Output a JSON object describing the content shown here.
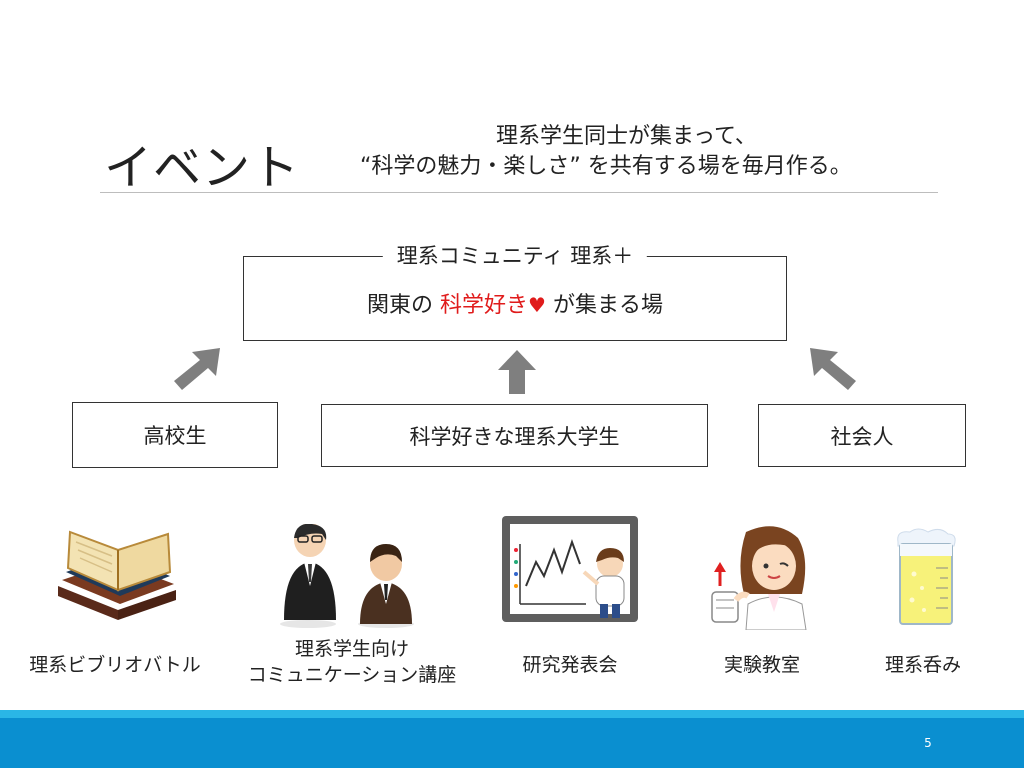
{
  "slide": {
    "title": "イベント",
    "subtitle_line1": "理系学生同士が集まって、",
    "subtitle_line2": "“科学の魅力・楽しさ” を共有する場を毎月作る。",
    "page_number": "5"
  },
  "community_box": {
    "label": "理系コミュニティ 理系＋",
    "body_prefix": "関東の ",
    "body_highlight": "科学好き",
    "heart": "♥",
    "body_suffix": " が集まる場"
  },
  "audience": {
    "high_school": "高校生",
    "university": "科学好きな理系大学生",
    "adults": "社会人"
  },
  "events": [
    {
      "label": "理系ビブリオバトル",
      "icon": "books-icon"
    },
    {
      "label_line1": "理系学生向け",
      "label_line2": "コミュニケーション講座",
      "icon": "businessmen-icon"
    },
    {
      "label": "研究発表会",
      "icon": "presentation-board-icon"
    },
    {
      "label": "実験教室",
      "icon": "scientist-woman-icon"
    },
    {
      "label": "理系呑み",
      "icon": "beer-beaker-icon"
    }
  ],
  "colors": {
    "highlight_red": "#e01b1b",
    "footer_blue": "#0a8fd0",
    "footer_stripe": "#2ab6e6",
    "arrow_gray": "#7f7f7f"
  }
}
